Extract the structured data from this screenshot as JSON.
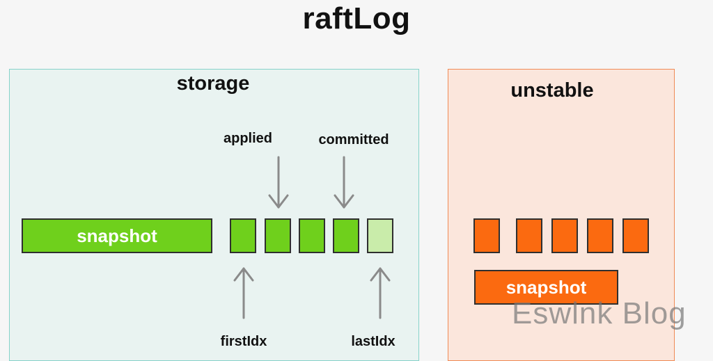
{
  "title": "raftLog",
  "storage": {
    "label": "storage",
    "snapshot_label": "snapshot",
    "applied_label": "applied",
    "committed_label": "committed",
    "first_label": "firstIdx",
    "last_label": "lastIdx",
    "entry_color": "#6fd01c",
    "pending_entry_color": "#c9ecaa",
    "border_color": "#86d2c9"
  },
  "unstable": {
    "label": "unstable",
    "snapshot_label": "snapshot",
    "entry_color": "#fb6a10",
    "border_color": "#f08a55"
  },
  "watermark": "Eswlnk Blog"
}
